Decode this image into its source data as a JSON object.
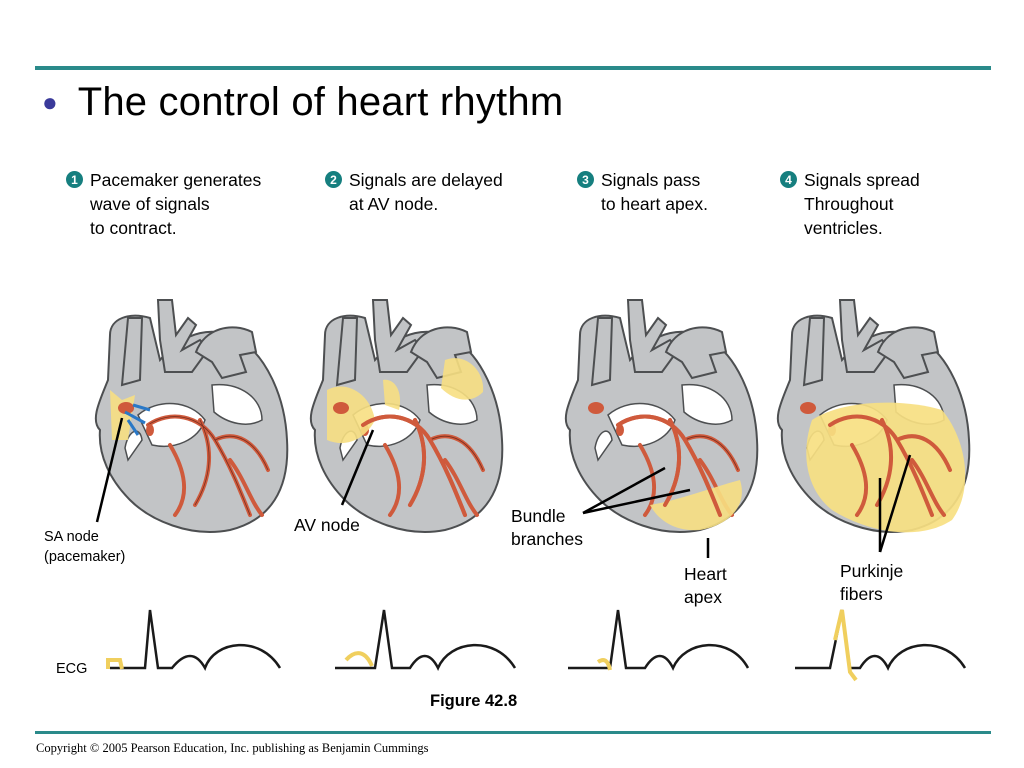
{
  "slide": {
    "title": "The control of heart rhythm",
    "caption": "Figure 42.8",
    "copyright": "Copyright © 2005 Pearson Education, Inc. publishing as Benjamin Cummings"
  },
  "steps": [
    {
      "number": "1",
      "text": "Pacemaker generates\nwave of signals\nto contract."
    },
    {
      "number": "2",
      "text": "Signals are delayed\nat AV node."
    },
    {
      "number": "3",
      "text": "Signals pass\nto heart apex."
    },
    {
      "number": "4",
      "text": "Signals spread\nThroughout\nventricles."
    }
  ],
  "labels": {
    "sa_node": "SA node\n(pacemaker)",
    "av_node": "AV node",
    "bundle_branches": "Bundle\nbranches",
    "heart_apex": "Heart\napex",
    "purkinje": "Purkinje\nfibers",
    "ecg": "ECG"
  },
  "colors": {
    "rule": "#2a8a8a",
    "bullet": "#3a3a9a",
    "step_badge": "#167f7f",
    "heart_gray": "#c2c4c6",
    "heart_outline": "#4d4f51",
    "signal_yellow": "#f7df82",
    "conduction_red": "#cf5a3c"
  }
}
